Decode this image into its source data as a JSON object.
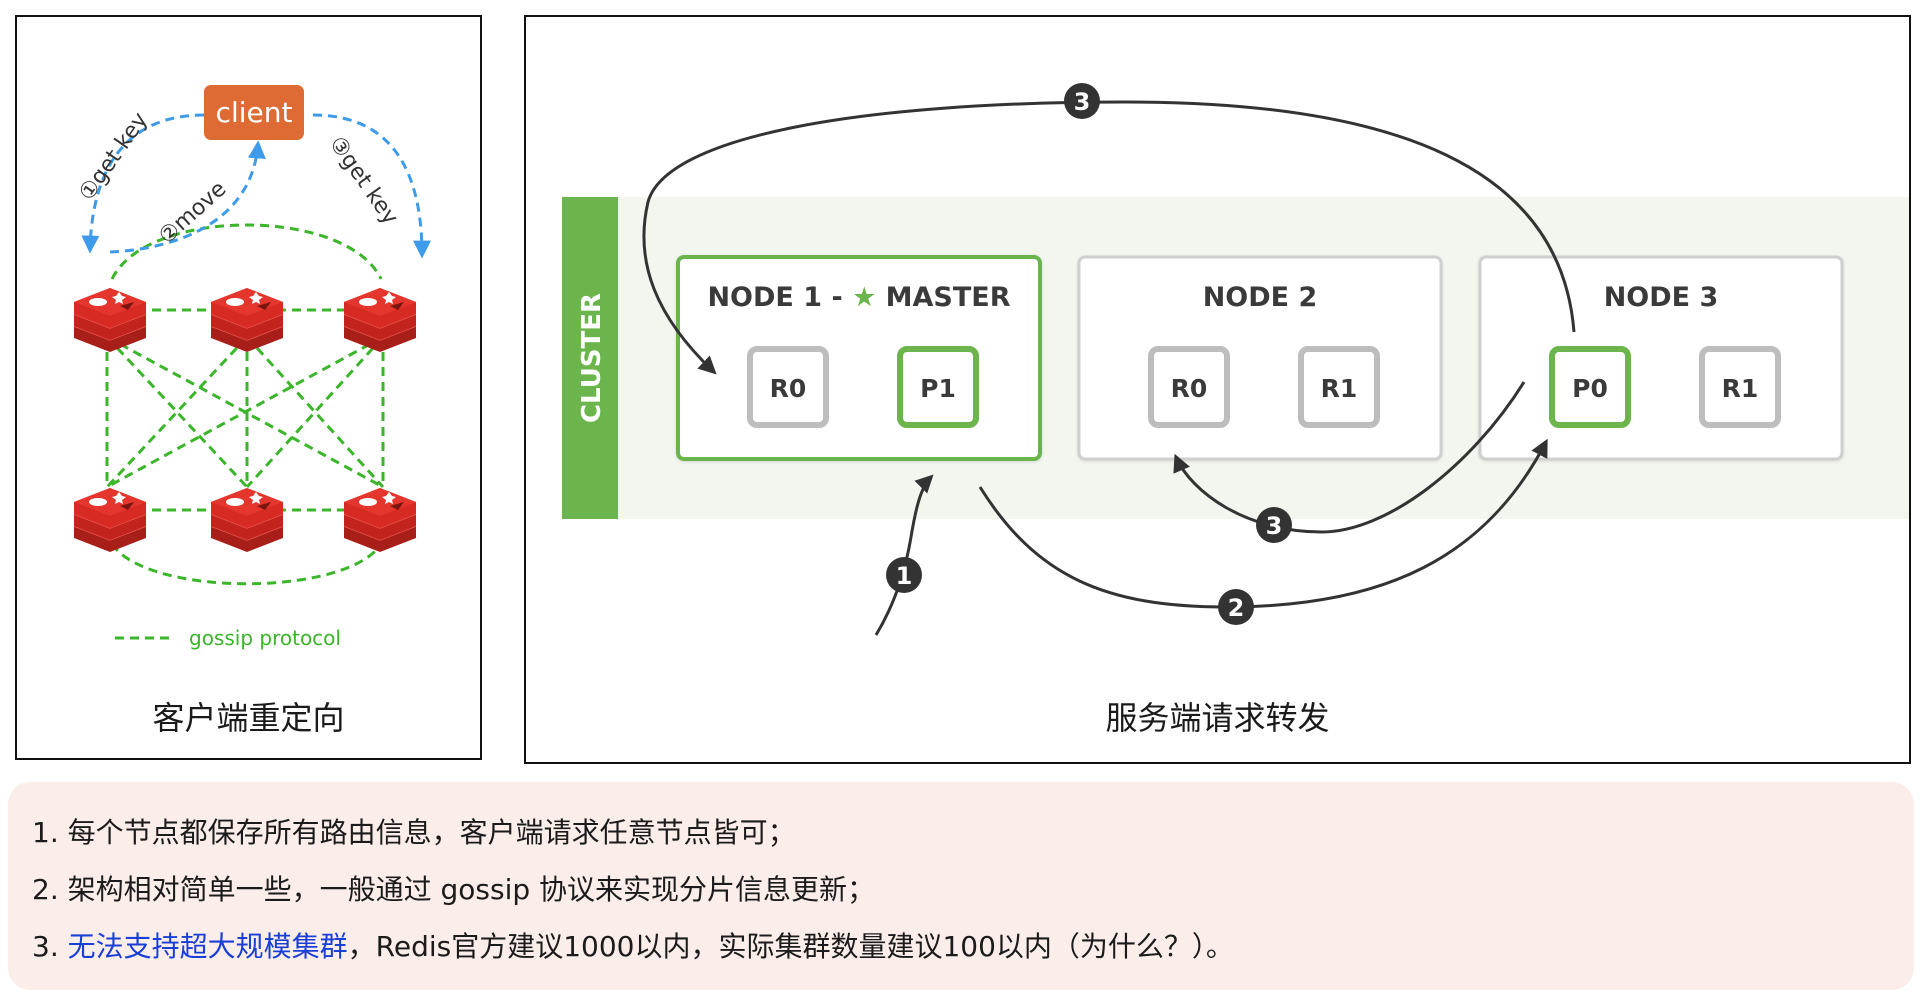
{
  "left_diagram": {
    "client_label": "client",
    "arrow_labels": [
      "①get key",
      "②move",
      "③get key"
    ],
    "legend_label": "gossip protocol",
    "caption": "客户端重定向"
  },
  "right_diagram": {
    "cluster_label": "CLUSTER",
    "nodes": [
      {
        "title_prefix": "NODE 1 - ",
        "title_suffix": "MASTER",
        "shards": [
          "R0",
          "P1"
        ]
      },
      {
        "title": "NODE 2",
        "shards": [
          "R0",
          "R1"
        ]
      },
      {
        "title": "NODE 3",
        "shards": [
          "P0",
          "R1"
        ]
      }
    ],
    "steps": [
      "1",
      "2",
      "3",
      "3"
    ],
    "caption": "服务端请求转发"
  },
  "notes": {
    "line1": "1. 每个节点都保存所有路由信息，客户端请求任意节点皆可；",
    "line2": "2. 架构相对简单一些，一般通过 gossip 协议来实现分片信息更新；",
    "line3_prefix": "3. ",
    "line3_highlight": "无法支持超大规模集群",
    "line3_rest": "，Redis官方建议1000以内，实际集群数量建议100以内（为什么？）。"
  },
  "colors": {
    "client_bg": "#dd6b33",
    "blue_arrow": "#3d9be9",
    "gossip_green": "#3bb52a",
    "redis_red": "#cc2a22",
    "active_green": "#6bb54c",
    "cluster_band": "#f3f6ef",
    "highlight_text": "#1a3fd8",
    "notes_bg": "#fbeeea"
  }
}
